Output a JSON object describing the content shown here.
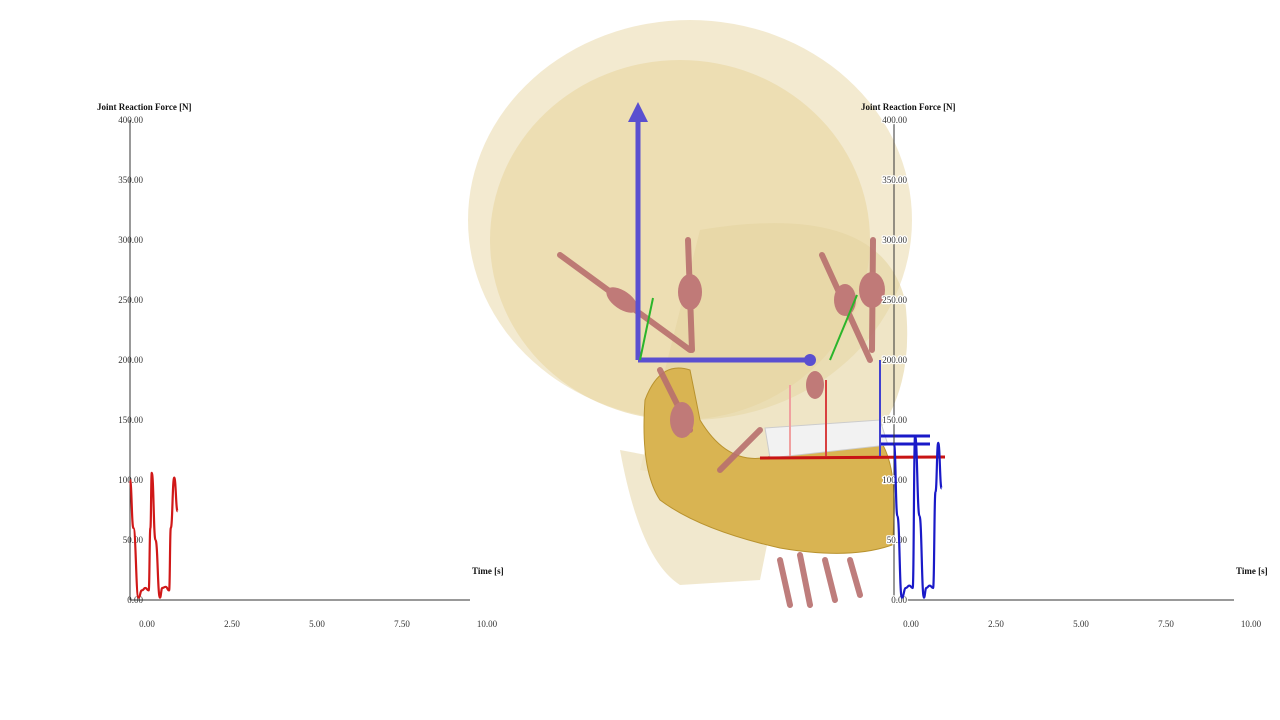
{
  "chart_data": [
    {
      "type": "line",
      "title": "",
      "ylabel": "Joint Reaction Force [N]",
      "xlabel": "Time [s]",
      "xlim": [
        0,
        10
      ],
      "ylim": [
        0,
        400
      ],
      "xticks": [
        "0.00",
        "2.50",
        "5.00",
        "7.50",
        "10.00"
      ],
      "yticks": [
        "0.00",
        "50.00",
        "100.00",
        "150.00",
        "200.00",
        "250.00",
        "300.00",
        "350.00",
        "400.00"
      ],
      "grid": false,
      "color": "#d01818",
      "series": [
        {
          "x": [
            0,
            0.1,
            0.25,
            0.35,
            0.45,
            0.55,
            0.6,
            0.64,
            0.75,
            0.88,
            0.95,
            1.05,
            1.15,
            1.2,
            1.3,
            1.4
          ],
          "y": [
            100,
            60,
            2,
            8,
            10,
            8,
            60,
            106,
            50,
            2,
            10,
            11,
            8,
            60,
            102,
            74
          ]
        }
      ]
    },
    {
      "type": "line",
      "title": "",
      "ylabel": "Joint Reaction Force [N]",
      "xlabel": "Time [s]",
      "xlim": [
        0,
        10
      ],
      "ylim": [
        0,
        400
      ],
      "xticks": [
        "0.00",
        "2.50",
        "5.00",
        "7.50",
        "10.00"
      ],
      "yticks": [
        "0.00",
        "50.00",
        "100.00",
        "150.00",
        "200.00",
        "250.00",
        "300.00",
        "350.00",
        "400.00"
      ],
      "grid": false,
      "color": "#1a1ac8",
      "series": [
        {
          "x": [
            0,
            0.1,
            0.23,
            0.35,
            0.45,
            0.55,
            0.62,
            0.75,
            0.88,
            0.95,
            1.05,
            1.15,
            1.22,
            1.3,
            1.4
          ],
          "y": [
            130,
            70,
            2,
            10,
            12,
            10,
            137,
            70,
            2,
            10,
            12,
            10,
            90,
            131,
            93
          ]
        }
      ]
    }
  ]
}
